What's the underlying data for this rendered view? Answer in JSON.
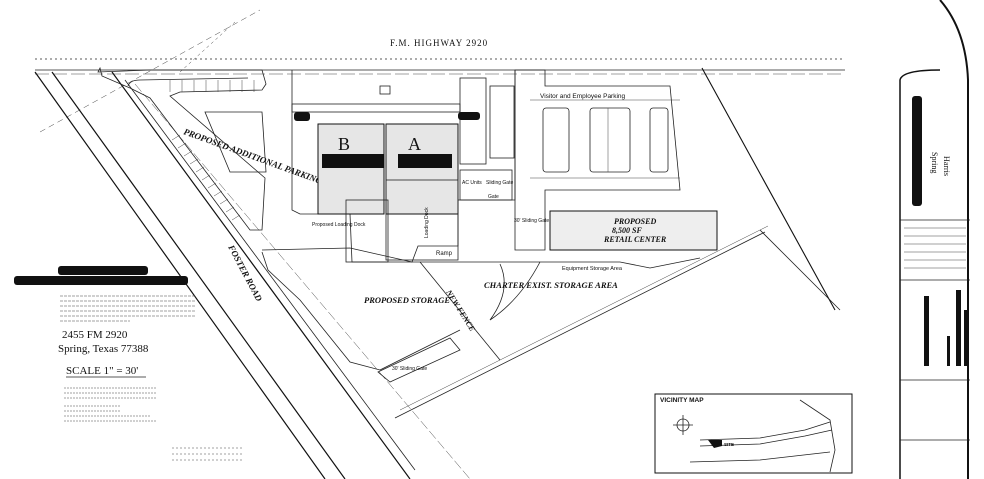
{
  "plan": {
    "highway": "F.M. HIGHWAY 2920",
    "road": "FOSTER ROAD",
    "building_b": "B",
    "building_a": "A",
    "proposed_additional_parking": "PROPOSED ADDITIONAL PARKING",
    "visitor_parking": "Visitor and Employee Parking",
    "retail_title": "PROPOSED",
    "retail_size": "8,500 SF",
    "retail_name": "RETAIL CENTER",
    "charter_storage": "CHARTER EXIST. STORAGE AREA",
    "proposed_storage": "PROPOSED STORAGE",
    "new_fence": "NEW FENCE",
    "proposed_loading_dock": "Proposed Loading Dock",
    "loading_dock": "Loading Dock",
    "ramp": "Ramp",
    "ac_units": "AC Units",
    "sliding_gate": "Sliding Gate",
    "gate": "Gate",
    "sliding_gate_30": "30' Sliding Gate",
    "equipment_storage": "Equipment Storage Area"
  },
  "title_block": {
    "address_line1": "2455 FM 2920",
    "address_line2": "Spring, Texas 77388",
    "scale": "SCALE 1\" = 30'"
  },
  "vicinity_map": {
    "title": "VICINITY MAP",
    "site": "SITE"
  },
  "sheet": {
    "city": "Spring",
    "county": "Harris"
  }
}
